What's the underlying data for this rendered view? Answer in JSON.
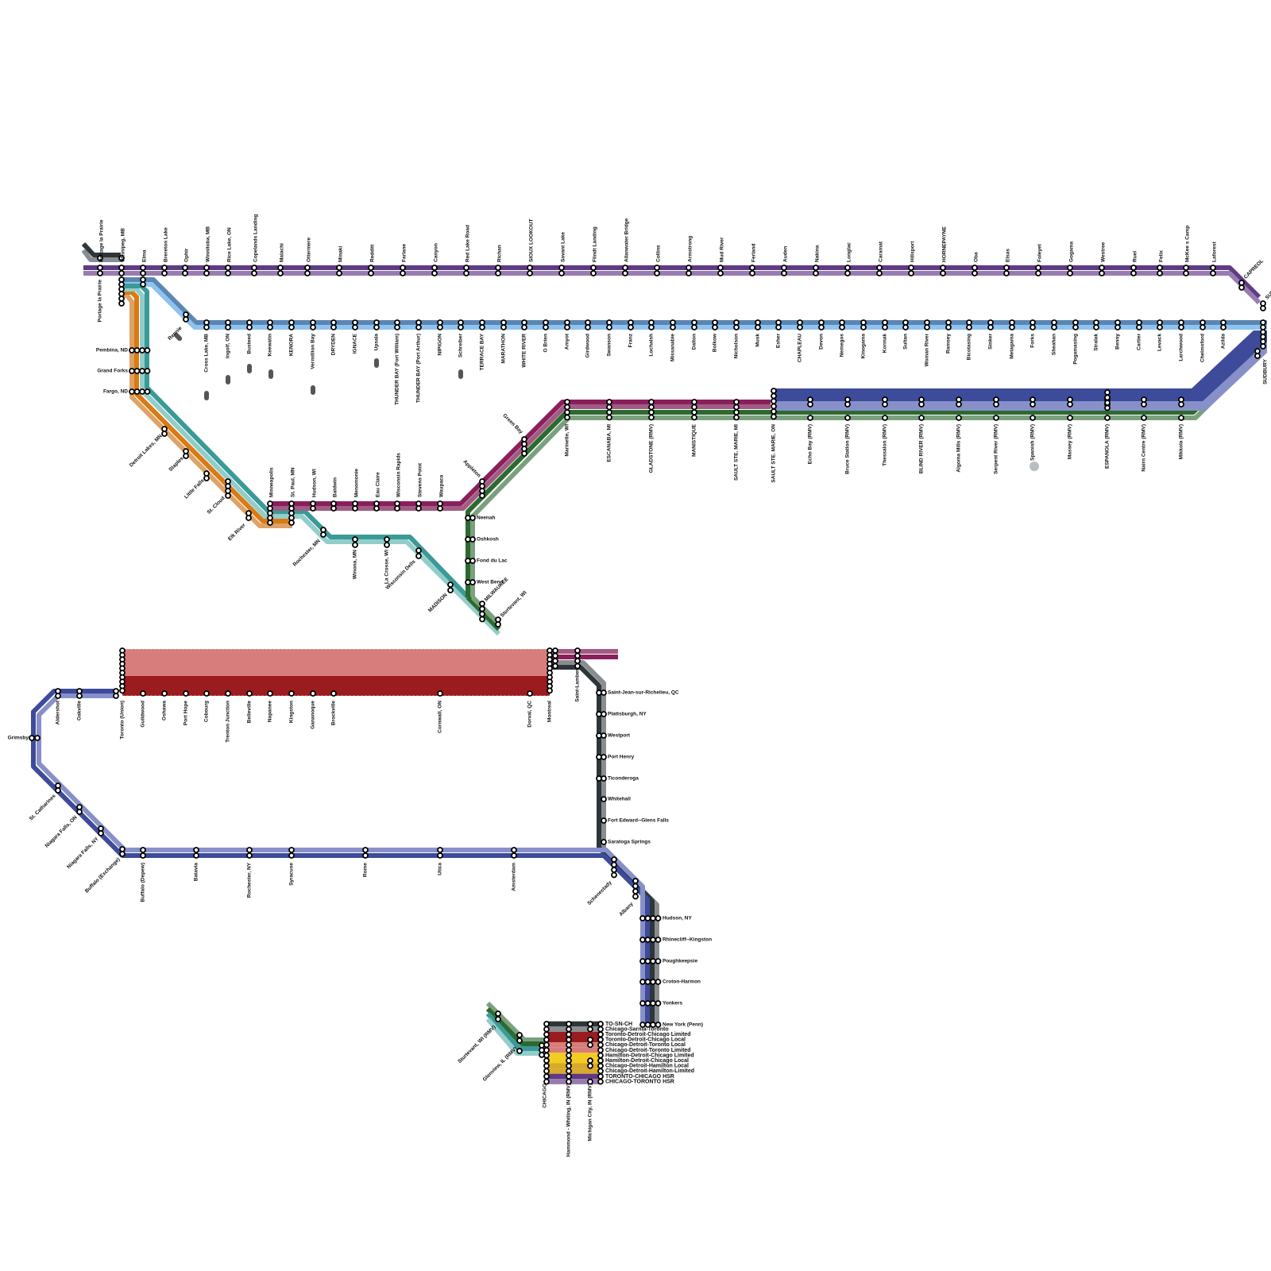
{
  "title": "Rail network schematic: Winnipeg – Sudbury – Chicago – Toronto – Montreal – New York",
  "colors": {
    "purple_dark": "#5e3b82",
    "purple_light": "#977cb0",
    "blue_steel": "#5b86b3",
    "blue_sky": "#8ec3f0",
    "teal_dark": "#3a9a97",
    "teal_light": "#92cdca",
    "orange": "#d97a14",
    "orange_light": "#dda265",
    "magenta_dark": "#8a1f5c",
    "magenta_light": "#a15c83",
    "green_dark": "#2c6a2f",
    "green_light": "#7ba07d",
    "navy_dark": "#3d4b9a",
    "navy_light": "#8790c8",
    "red_dark": "#9b1c1f",
    "red_light": "#d77d7b",
    "charcoal": "#2f3639",
    "grey": "#878d90",
    "yellow": "#f2cd1f",
    "mustard": "#d8a92a"
  },
  "lines": {
    "canadian_north": {
      "stations": [
        "Portage la Prairie",
        "Winnipeg, MB",
        "Elma",
        "Brereton Lake",
        "Ophir",
        "Winnitoba, MB",
        "Rice Lake, ON",
        "Copelands Landing",
        "Malachi",
        "Ottermere",
        "Minaki",
        "Redditt",
        "Farlane",
        "Canyon",
        "Red Lake Road",
        "Richan",
        "SIOUX LOOKOUT",
        "Savant Lake",
        "Flindt Landing",
        "Allanwater Bridge",
        "Collins",
        "Armstrong",
        "Mud River",
        "Ferland",
        "Auden",
        "Nakina",
        "Longlac",
        "Caramat",
        "Hillsport",
        "HORNEPAYNE",
        "Oba",
        "Elsas",
        "Foleyet",
        "Gogama",
        "Westree",
        "Ruel",
        "Felix",
        "McKee s Camp",
        "Laforest",
        "CAPREOL",
        "SUDBURY JCT"
      ]
    },
    "canadian_south": {
      "stations": [
        "Rennie",
        "Cross Lake, MB",
        "Ingolf, ON",
        "Busteed",
        "Keewatin",
        "KENORA",
        "Vermillion Bay",
        "DRYDEN",
        "IGNACE",
        "Upsala",
        "THUNDER BAY (Fort William)",
        "THUNDER BAY (Port Arthur)",
        "NIPIGON",
        "Schreiber",
        "TERRACE BAY",
        "MARATHON",
        "WHITE RIVER",
        "O Brien",
        "Amyot",
        "Girdwood",
        "Swanson",
        "Franz",
        "Lochalsh",
        "Missanabie",
        "Dalton",
        "Bolkow",
        "Nicholson",
        "Musk",
        "Esher",
        "CHAPLEAU",
        "Devon",
        "Nemegos",
        "Kinogama",
        "Kormak",
        "Sultan",
        "Woman River",
        "Ramsey",
        "Bicotasing",
        "Sinker",
        "Metagama",
        "Forks",
        "Sheahan",
        "Pogamasing",
        "Stralak",
        "Benny",
        "Cartier",
        "Levack",
        "Larchwood",
        "Chelmsford",
        "Azilda",
        "SUDBURY"
      ]
    },
    "red_river": {
      "stations": [
        "Pembina, ND",
        "Grand Forks",
        "Fargo, ND",
        "Detroit Lakes, MN",
        "Staples",
        "Little Falls",
        "St. Cloud",
        "Elk River",
        "Minneapolis",
        "St. Paul, MN"
      ]
    },
    "wisconsin_central": {
      "stations": [
        "Hudson, WI",
        "Baldwin",
        "Menomonie",
        "Eau Claire",
        "Wisconsin Rapids",
        "Stevens Point",
        "Waupaca",
        "Appleton",
        "Green Bay",
        "Marinette, WI",
        "ESCANABA, MI",
        "GLADSTONE (RMV)",
        "MANISTIQUE",
        "SAULT STE. MARIE, MI",
        "SAULT STE. MARIE, ON"
      ]
    },
    "fox_valley": {
      "stations": [
        "Neenah",
        "Oshkosh",
        "Fond du Lac",
        "West Bend",
        "MILWAUKEE",
        "Sturtevant, WI"
      ]
    },
    "empire_builder": {
      "stations": [
        "Rochester, MN",
        "Winona, MN",
        "La Crosse, WI",
        "Wisconsin Dells",
        "MADISON",
        "MILWAUKEE",
        "Sturtevant, WI"
      ]
    },
    "north_shore": {
      "stations": [
        "Echo Bay (RMV)",
        "Bruce Station (RMV)",
        "Thessalon (RMV)",
        "BLIND RIVER (RMV)",
        "Algoma Mills (RMV)",
        "Serpent River (RMV)",
        "Spanish (RMV)",
        "Massey (RMV)",
        "ESPANOLA (RMV)",
        "Nairn Centre (RMV)",
        "Mikkola (RMV)",
        "SUDBURY"
      ]
    },
    "lakeshore": {
      "stations": [
        "Toronto (Union)",
        "Guildwood",
        "Oshawa",
        "Port Hope",
        "Cobourg",
        "Trenton Junction",
        "Belleville",
        "Napanee",
        "Kingston",
        "Gananoque",
        "Brockville",
        "Cornwall, ON",
        "Dorval, QC",
        "Montreal"
      ]
    },
    "niagara_empire": {
      "stations": [
        "Oakville",
        "Aldershot",
        "Grimsby",
        "St. Catharines",
        "Niagara Falls, ON",
        "Niagara Falls, NY",
        "Buffalo (Exchange)",
        "Buffalo (Depew)",
        "Batavia",
        "Rochester, NY",
        "Syracuse",
        "Rome",
        "Utica",
        "Amsterdam",
        "Schenectady",
        "Albany"
      ]
    },
    "adirondack": {
      "stations": [
        "Saint-Lambert",
        "Saint-Jean-sur-Richelieu, QC",
        "Plattsburgh, NY",
        "Westport",
        "Port Henry",
        "Ticonderoga",
        "Whitehall",
        "Fort Edward--Glens Falls",
        "Saratoga Springs"
      ]
    },
    "hudson": {
      "stations": [
        "Hudson, NY",
        "Rhinecliff--Kingston",
        "Poughkeepsie",
        "Croton-Harmon",
        "Yonkers",
        "New York (Penn)"
      ]
    },
    "chicago_branch": {
      "stations": [
        "Sturtevant, WI (RMV)",
        "Glenview, IL (RMV)",
        "CHICAGO",
        "Hammond - Whiting, IN (RMV)",
        "Michigan City, IN (RMV)"
      ]
    }
  },
  "legend": [
    {
      "label": "TO-SN-CH",
      "color": "#2f3639"
    },
    {
      "label": "Chicago-Sarnia-Toronto",
      "color": "#878d90"
    },
    {
      "label": "Toronto-Detroit-Chicago Limited",
      "color": "#9b1c1f"
    },
    {
      "label": "Toronto-Detroit-Chicago Local",
      "color": "#9b1c1f"
    },
    {
      "label": "Chicago-Detroit-Toronto Local",
      "color": "#d77d7b"
    },
    {
      "label": "Chicago-Detroit-Toronto Limited",
      "color": "#d77d7b"
    },
    {
      "label": "Hamilton-Detroit-Chicago Limited",
      "color": "#f2cd1f"
    },
    {
      "label": "Hamilton-Detroit-Chicago Local",
      "color": "#f2cd1f"
    },
    {
      "label": "Chicago-Detroit-Hamilton Local",
      "color": "#d8a92a"
    },
    {
      "label": "Chicago-Detroit-Hamilton-Limited",
      "color": "#d8a92a"
    },
    {
      "label": "TORONTO-CHICAGO HSR",
      "color": "#5e3b82"
    },
    {
      "label": "CHICAGO-TORONTO HSR",
      "color": "#977cb0"
    }
  ]
}
